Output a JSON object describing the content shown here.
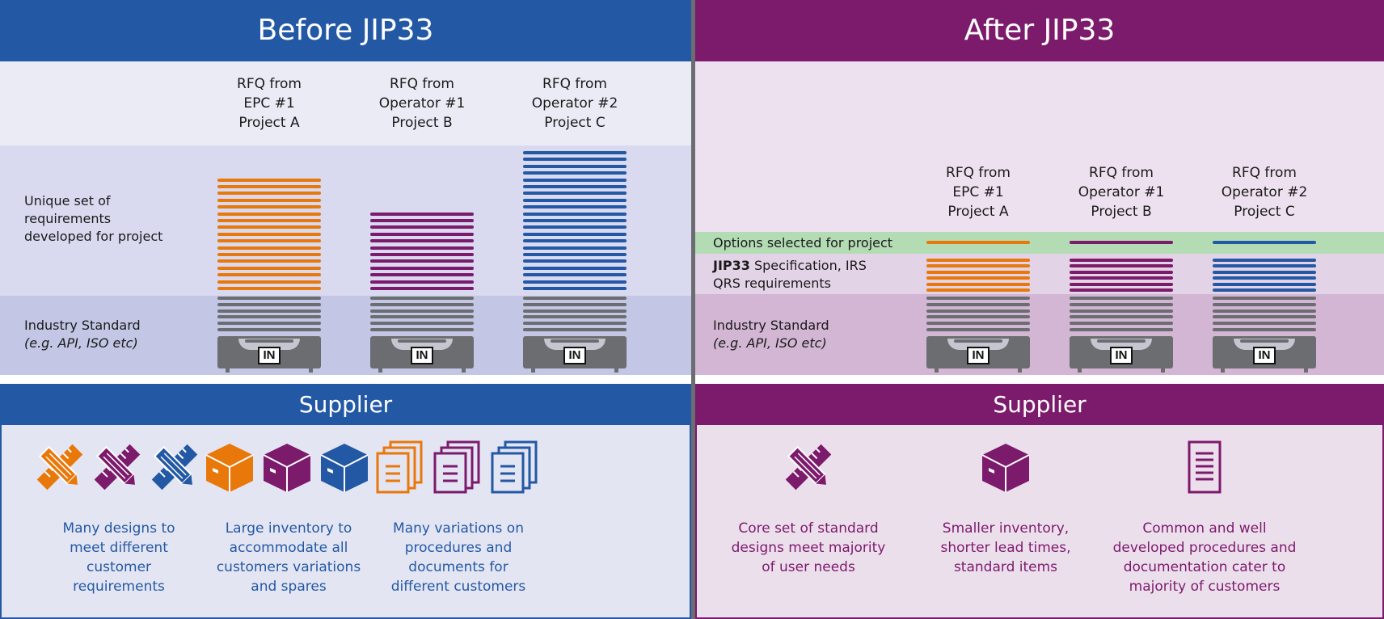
{
  "before": {
    "title": "Before JIP33",
    "rfqs": [
      {
        "line1": "RFQ from",
        "line2": "EPC #1",
        "line3": "Project A",
        "color": "#e8780a"
      },
      {
        "line1": "RFQ from",
        "line2": "Operator #1",
        "line3": "Project B",
        "color": "#7c1a6c"
      },
      {
        "line1": "RFQ from",
        "line2": "Operator #2",
        "line3": "Project C",
        "color": "#2359a4"
      }
    ],
    "unique_label": [
      "Unique set of",
      "requirements",
      "developed for project"
    ],
    "industry_label": "Industry Standard",
    "industry_sub": "(e.g. API, ISO etc)",
    "tray_label": "IN",
    "supplier": {
      "title": "Supplier",
      "items": [
        {
          "icon": "design-tools-icon",
          "text": [
            "Many designs to",
            "meet different",
            "customer",
            "requirements"
          ]
        },
        {
          "icon": "box-icon",
          "text": [
            "Large inventory to",
            "accommodate all",
            "customers variations",
            "and spares"
          ]
        },
        {
          "icon": "documents-icon",
          "text": [
            "Many variations on",
            "procedures and",
            "documents for",
            "different customers"
          ]
        }
      ]
    }
  },
  "after": {
    "title": "After JIP33",
    "rfqs": [
      {
        "line1": "RFQ from",
        "line2": "EPC #1",
        "line3": "Project A",
        "color": "#e8780a"
      },
      {
        "line1": "RFQ from",
        "line2": "Operator #1",
        "line3": "Project B",
        "color": "#7c1a6c"
      },
      {
        "line1": "RFQ from",
        "line2": "Operator #2",
        "line3": "Project C",
        "color": "#2359a4"
      }
    ],
    "options_label": "Options selected for project",
    "jip_bold": "JIP33",
    "jip_rest": " Specification, IRS",
    "jip_line2": "QRS requirements",
    "industry_label": "Industry Standard",
    "industry_sub": "(e.g. API, ISO etc)",
    "tray_label": "IN",
    "supplier": {
      "title": "Supplier",
      "items": [
        {
          "icon": "design-tools-icon",
          "text": [
            "Core set of standard",
            "designs meet majority",
            "of user needs"
          ]
        },
        {
          "icon": "box-icon",
          "text": [
            "Smaller inventory,",
            "shorter lead times,",
            "standard items"
          ]
        },
        {
          "icon": "document-icon",
          "text": [
            "Common and well",
            "developed procedures and",
            "documentation cater to",
            "majority of customers"
          ]
        }
      ]
    }
  },
  "colors": {
    "blue": "#2359a4",
    "purple": "#7c1a6c",
    "orange": "#e8780a",
    "gray": "#6b6d71",
    "green": "#b3dbb4"
  }
}
